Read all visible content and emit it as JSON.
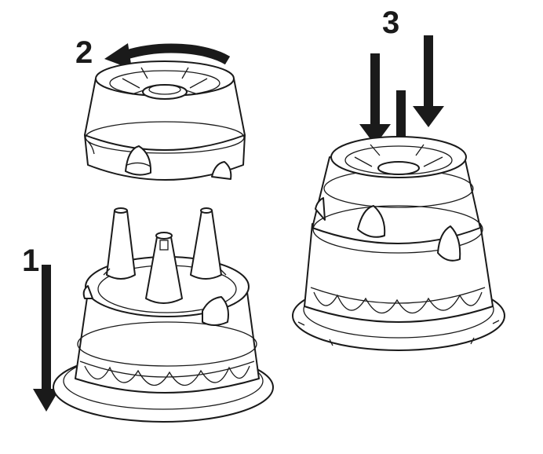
{
  "steps": [
    {
      "number": "1"
    },
    {
      "number": "2"
    },
    {
      "number": "3"
    }
  ],
  "colors": {
    "ink": "#1a1a1a",
    "background": "#ffffff"
  }
}
